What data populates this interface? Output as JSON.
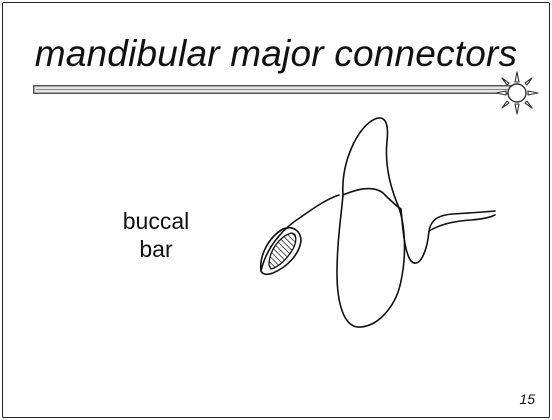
{
  "slide": {
    "title": "mandibular major connectors",
    "label": "buccal bar",
    "page_number": "15"
  }
}
